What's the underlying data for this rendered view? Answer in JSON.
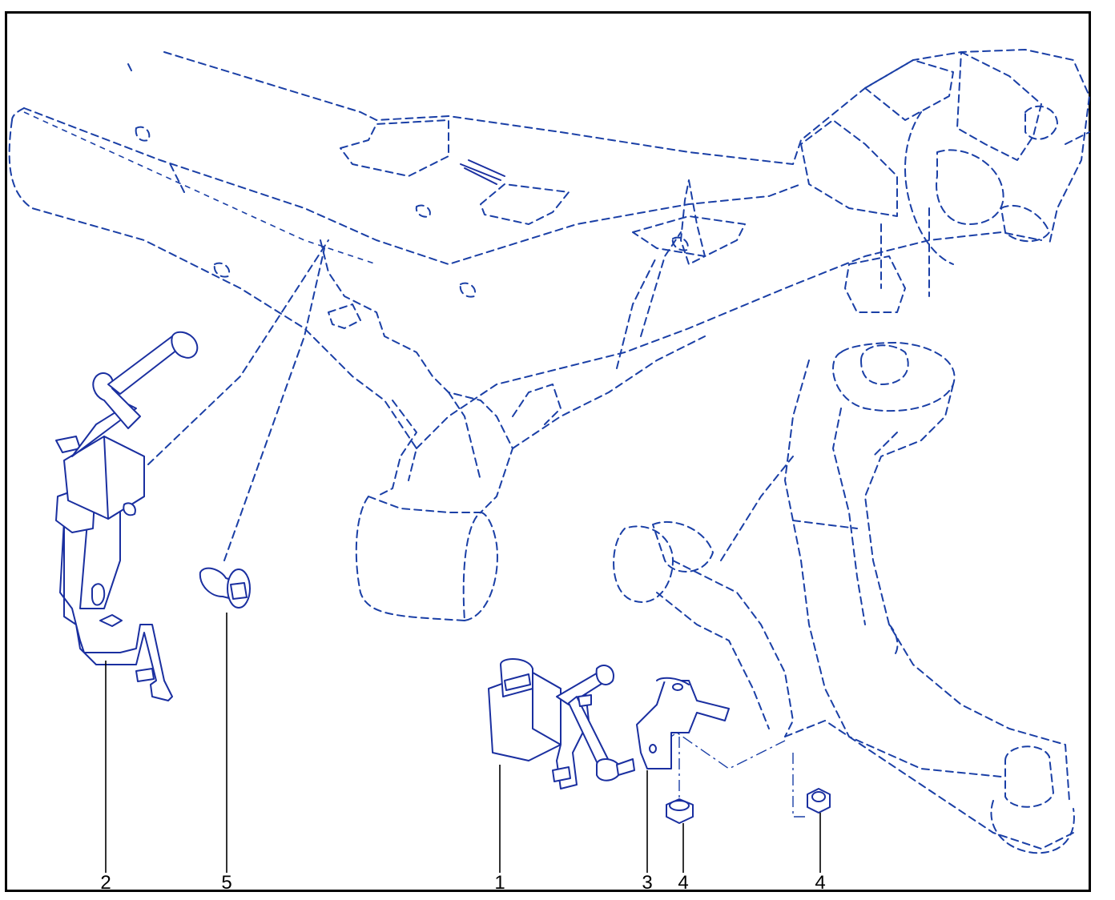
{
  "diagram": {
    "callouts": [
      {
        "id": "c2",
        "label": "2"
      },
      {
        "id": "c5",
        "label": "5"
      },
      {
        "id": "c1",
        "label": "1"
      },
      {
        "id": "c3",
        "label": "3"
      },
      {
        "id": "c4a",
        "label": "4"
      },
      {
        "id": "c4b",
        "label": "4"
      }
    ],
    "colors": {
      "line": "#1a3fa6",
      "frame": "#000000",
      "background": "#ffffff"
    }
  }
}
